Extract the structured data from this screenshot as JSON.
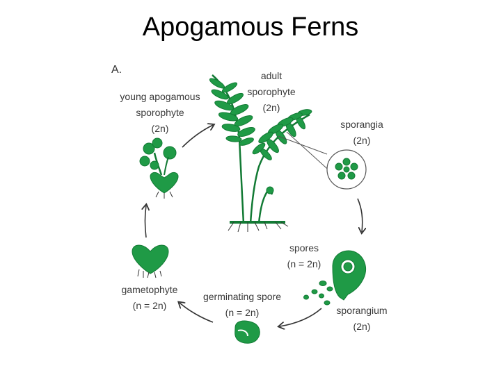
{
  "title": "Apogamous Ferns",
  "panel_label": "A.",
  "colors": {
    "plant": "#1f9a46",
    "plant_dark": "#127a34",
    "arrow": "#333333",
    "text": "#3a3a3a"
  },
  "stages": {
    "adult_sporophyte": {
      "name_line1": "adult",
      "name_line2": "sporophyte",
      "ploidy": "(2n)"
    },
    "sporangia": {
      "name": "sporangia",
      "ploidy": "(2n)"
    },
    "sporangium": {
      "name": "sporangium",
      "ploidy": "(2n)"
    },
    "spores": {
      "name": "spores",
      "ploidy": "(n = 2n)"
    },
    "germinating_spore": {
      "name": "germinating spore",
      "ploidy": "(n = 2n)"
    },
    "gametophyte": {
      "name": "gametophyte",
      "ploidy": "(n = 2n)"
    },
    "young_sporophyte": {
      "name_line1": "young apogamous",
      "name_line2": "sporophyte",
      "ploidy": "(2n)"
    }
  }
}
